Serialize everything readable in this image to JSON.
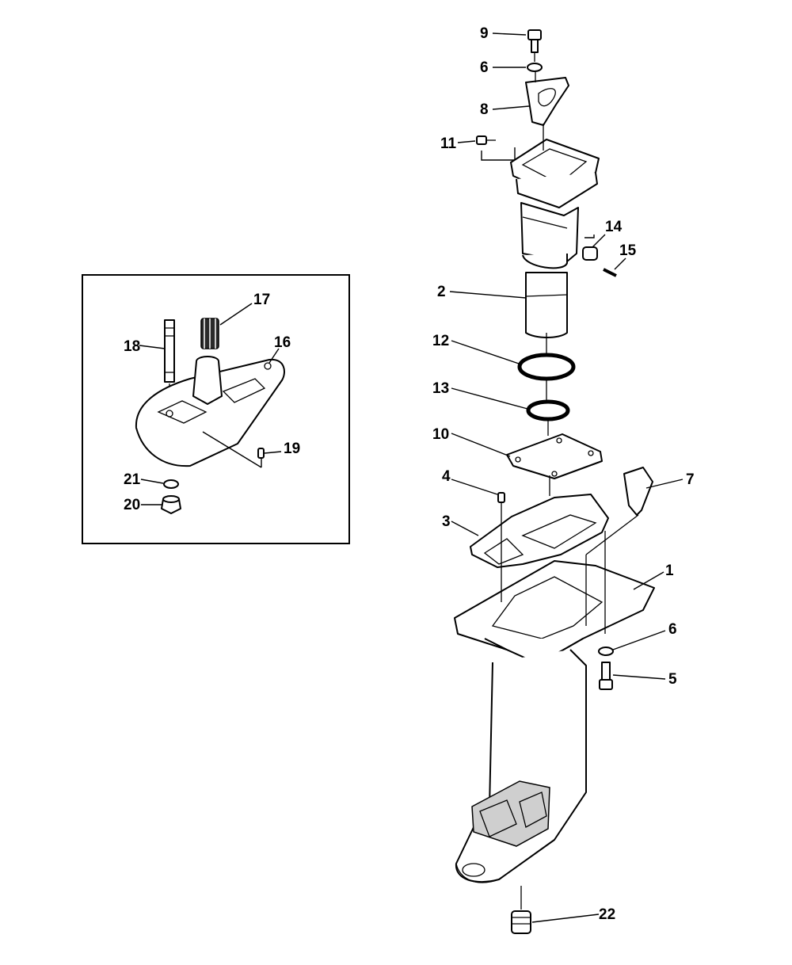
{
  "callouts": {
    "c1": "1",
    "c2": "2",
    "c3": "3",
    "c4": "4",
    "c5": "5",
    "c6a": "6",
    "c6b": "6",
    "c7": "7",
    "c8": "8",
    "c9": "9",
    "c10": "10",
    "c11": "11",
    "c12": "12",
    "c13": "13",
    "c14": "14",
    "c15": "15",
    "c16": "16",
    "c17": "17",
    "c18": "18",
    "c19": "19",
    "c20": "20",
    "c21": "21",
    "c22": "22"
  },
  "colors": {
    "line": "#000000",
    "background": "#ffffff"
  }
}
